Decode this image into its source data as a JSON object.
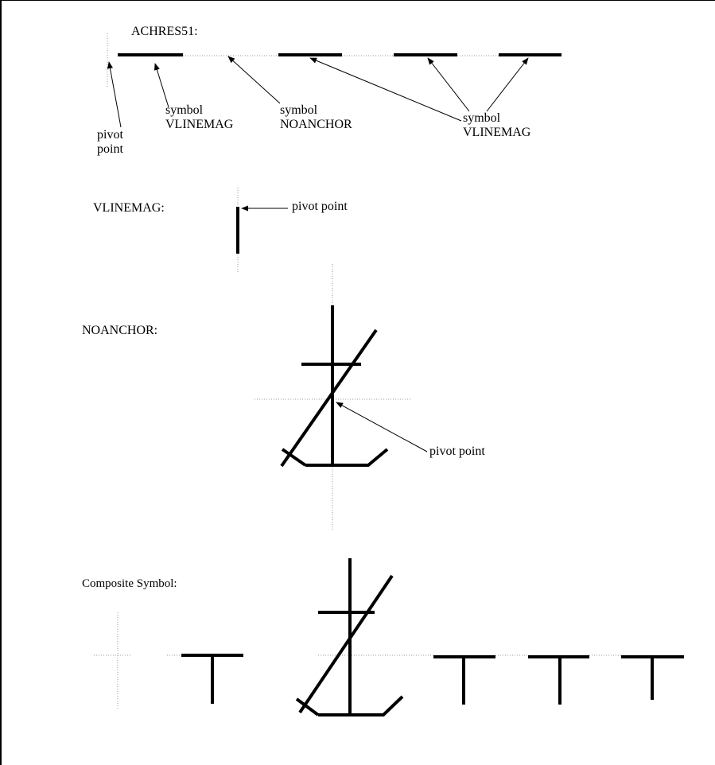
{
  "sections": {
    "achres": {
      "title": "ACHRES51:"
    },
    "vlinemag": {
      "title": "VLINEMAG:"
    },
    "noanchor": {
      "title": "NOANCHOR:"
    },
    "composite": {
      "title": "Composite Symbol:"
    }
  },
  "callouts": {
    "pivot_point_top": [
      "pivot",
      "point"
    ],
    "symbol_vlinemag_1": [
      "symbol",
      "VLINEMAG"
    ],
    "symbol_noanchor": [
      "symbol",
      "NOANCHOR"
    ],
    "symbol_vlinemag_2": [
      "symbol",
      "VLINEMAG"
    ],
    "pivot_point_vlinemag": "pivot point",
    "pivot_point_noanchor": "pivot point"
  }
}
